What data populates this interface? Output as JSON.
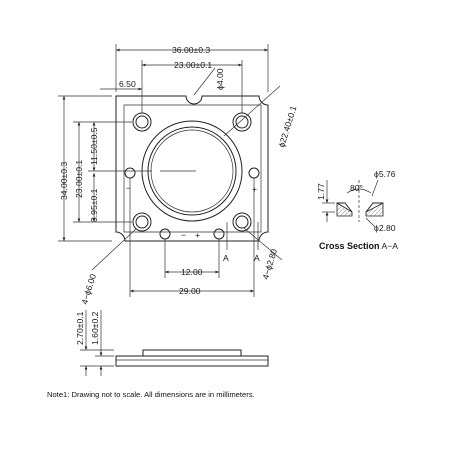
{
  "dimensions": {
    "width_overall": "36.00±0.3",
    "hole_spacing_x": "23.00±0.1",
    "notch_dia": "ϕ4.00",
    "left_offset": "6.50",
    "center_dia": "ϕ22.40±0.1",
    "height_overall": "34.00±0.3",
    "hole_spacing_y": "23.00±0.1",
    "center_offset_y": "11.50±0.5",
    "pad_offset_y": "3.95±0.1",
    "mount_holes": "4−ϕ6.00",
    "pad_spacing": "12.00",
    "small_holes": "4−ϕ2.80",
    "bottom_width": "29.00",
    "thickness_total": "2.70±0.1",
    "thickness_base": "1.60±0.2"
  },
  "section_marks": {
    "a_left": "A",
    "a_right": "A"
  },
  "polarity": {
    "minus": "−",
    "plus": "+"
  },
  "cross_section": {
    "title_bold": "Cross Section",
    "title_suffix": " A−A",
    "depth": "1.77",
    "angle": "80°",
    "top_dia": "ϕ5.76",
    "bottom_dia": "ϕ2.80"
  },
  "note": "Note1: Drawing not to scale. All dimensions are in millimeters."
}
